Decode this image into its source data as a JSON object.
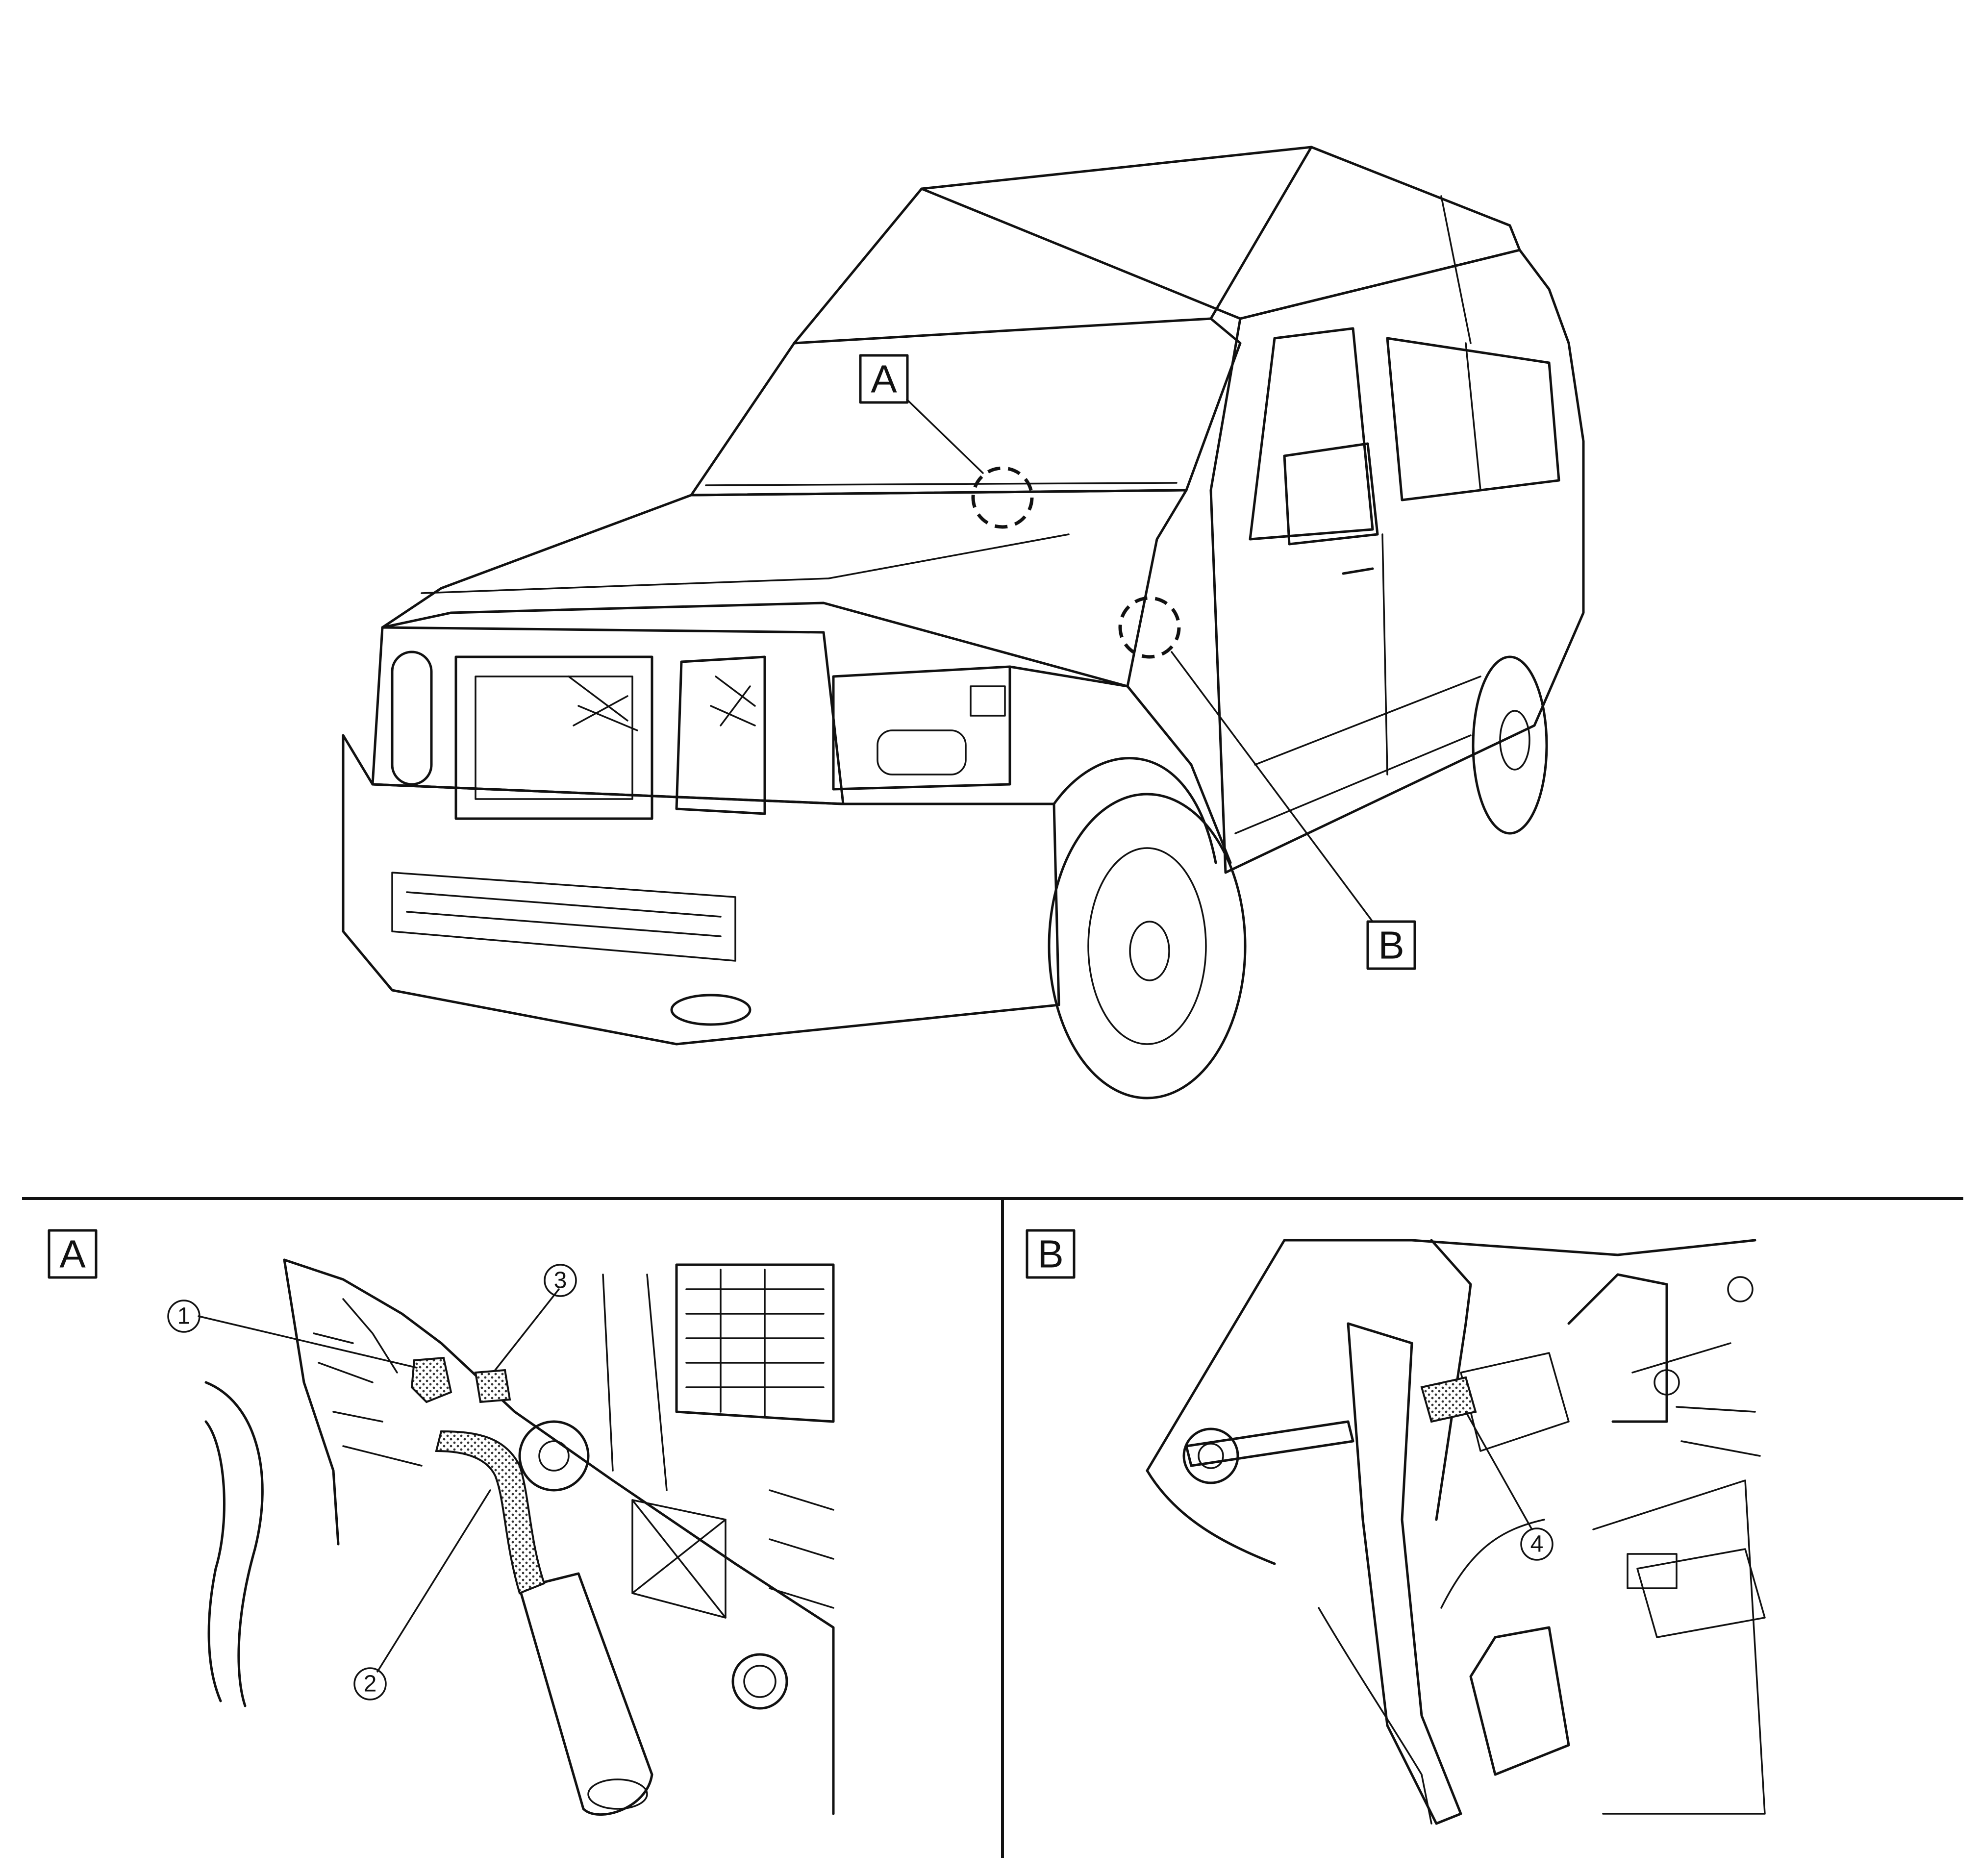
{
  "callouts": {
    "view_a": "A",
    "view_b": "B"
  },
  "detail_a": {
    "label": "A",
    "parts": [
      "1",
      "2",
      "3"
    ]
  },
  "detail_b": {
    "label": "B",
    "parts": [
      "4"
    ]
  }
}
